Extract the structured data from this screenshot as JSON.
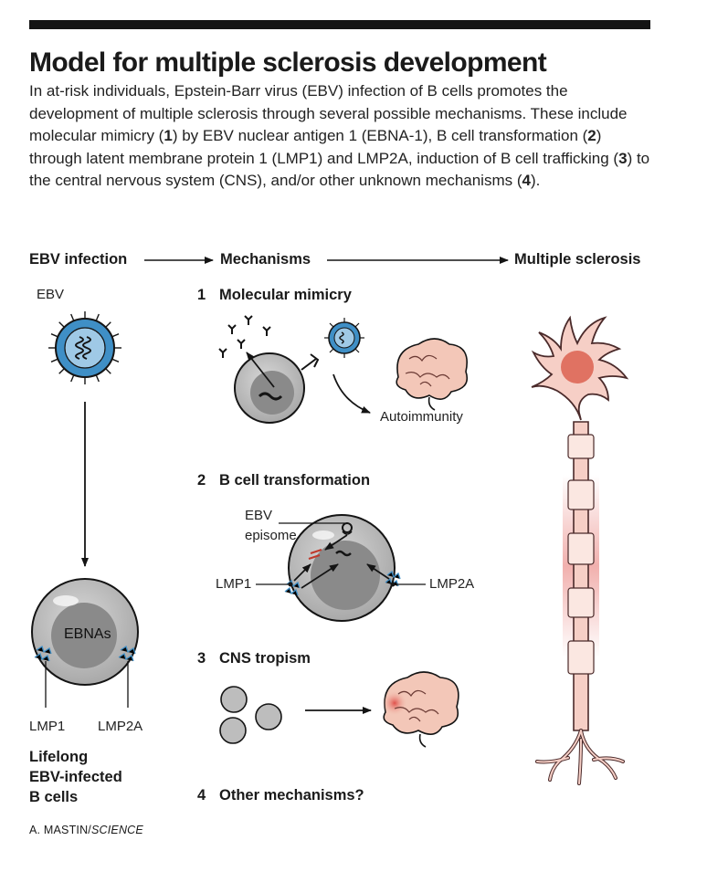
{
  "title": "Model for multiple sclerosis development",
  "description": {
    "parts": [
      "In at-risk individuals, Epstein-Barr virus (EBV) infection of B cells promotes the development of multiple sclerosis through several possible mechanisms. These include molecular mimicry (",
      "1",
      ") by EBV nuclear antigen 1 (EBNA-1), B cell transformation (",
      "2",
      ") through latent membrane protein 1 (LMP1) and LMP2A, induction of B cell trafficking (",
      "3",
      ") to the central nervous system (CNS), and/or other unknown mechanisms (",
      "4",
      ")."
    ]
  },
  "headers": {
    "infection": "EBV infection",
    "mechanisms": "Mechanisms",
    "outcome": "Multiple sclerosis"
  },
  "left": {
    "virus_label": "EBV",
    "cell_label": "EBNAs",
    "lmp1": "LMP1",
    "lmp2a": "LMP2A",
    "result_lines": [
      "Lifelong",
      "EBV-infected",
      "B cells"
    ]
  },
  "mechanisms": [
    {
      "number": "1",
      "label": "Molecular mimicry"
    },
    {
      "number": "2",
      "label": "B cell transformation"
    },
    {
      "number": "3",
      "label": "CNS tropism"
    },
    {
      "number": "4",
      "label": "Other mechanisms?"
    }
  ],
  "mech1": {
    "outcome": "Autoimmunity"
  },
  "mech2": {
    "episome_line1": "EBV",
    "episome_line2": "episome",
    "lmp1": "LMP1",
    "lmp2a": "LMP2A"
  },
  "credit": {
    "author": "A. MASTIN/",
    "source": "SCIENCE"
  },
  "colors": {
    "ink": "#141414",
    "virus_blue": "#3f8fc6",
    "neuron_pink": "#f6cfc6",
    "neuron_outline": "#4a2a2a",
    "nucleus_red": "#e07262",
    "cell_gray": "#bdbdbd",
    "cell_nucleus": "#8a8a8a",
    "brain_pink": "#f3c7b8",
    "lesion_red": "#e0504a"
  }
}
